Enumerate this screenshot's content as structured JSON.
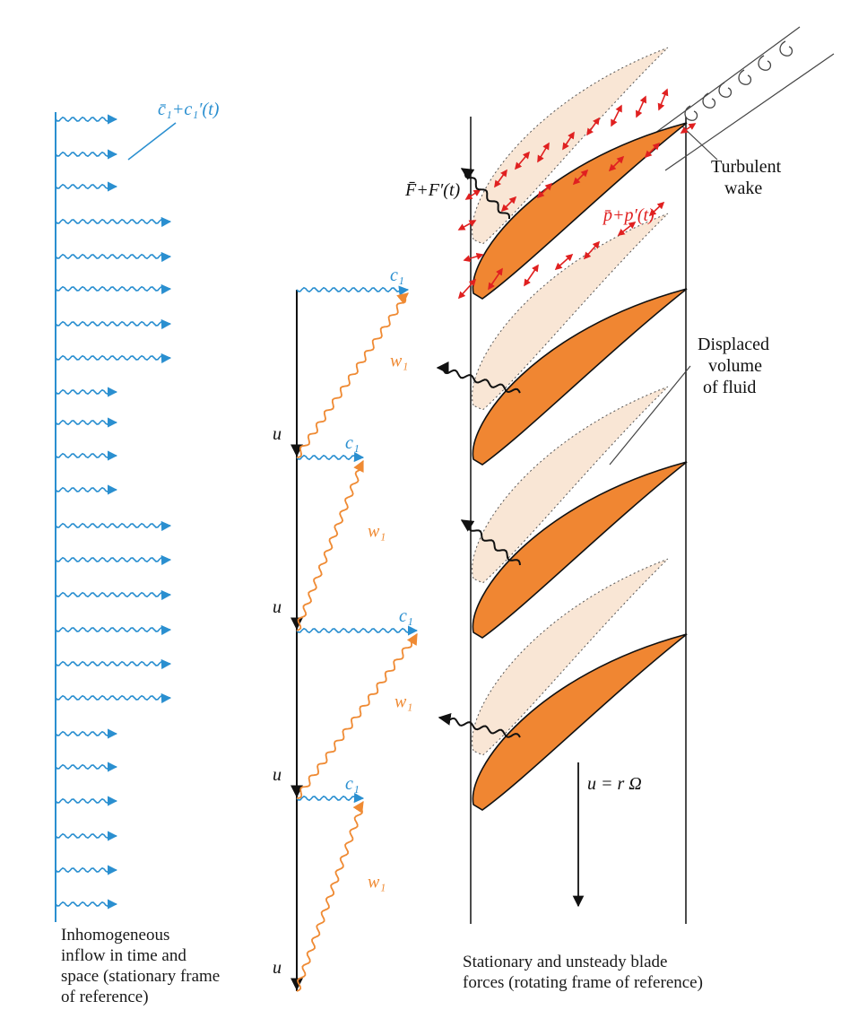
{
  "colors": {
    "inflow": "#2a8fd0",
    "relative": "#ef8a33",
    "blade_fill": "#f08632",
    "blade_ghost": "#f9e6d5",
    "pressure": "#e02020",
    "ink": "#111111"
  },
  "labels": {
    "c1_inflow": "c̄₁+c₁′(t)",
    "force": "F̄+F′(t)",
    "pressure": "p̄+p′(t)",
    "c1": "c₁",
    "w1": "w₁",
    "u": "u",
    "omega": "u = r Ω"
  },
  "annotations": {
    "wake": [
      "Turbulent",
      "wake"
    ],
    "displaced": [
      "Displaced",
      "volume",
      "of fluid"
    ]
  },
  "captions": {
    "left": [
      "Inhomogeneous",
      "inflow in time and",
      "space (stationary frame",
      "of reference)"
    ],
    "right": [
      "Stationary and unsteady blade",
      "forces (rotating frame of reference)"
    ]
  }
}
